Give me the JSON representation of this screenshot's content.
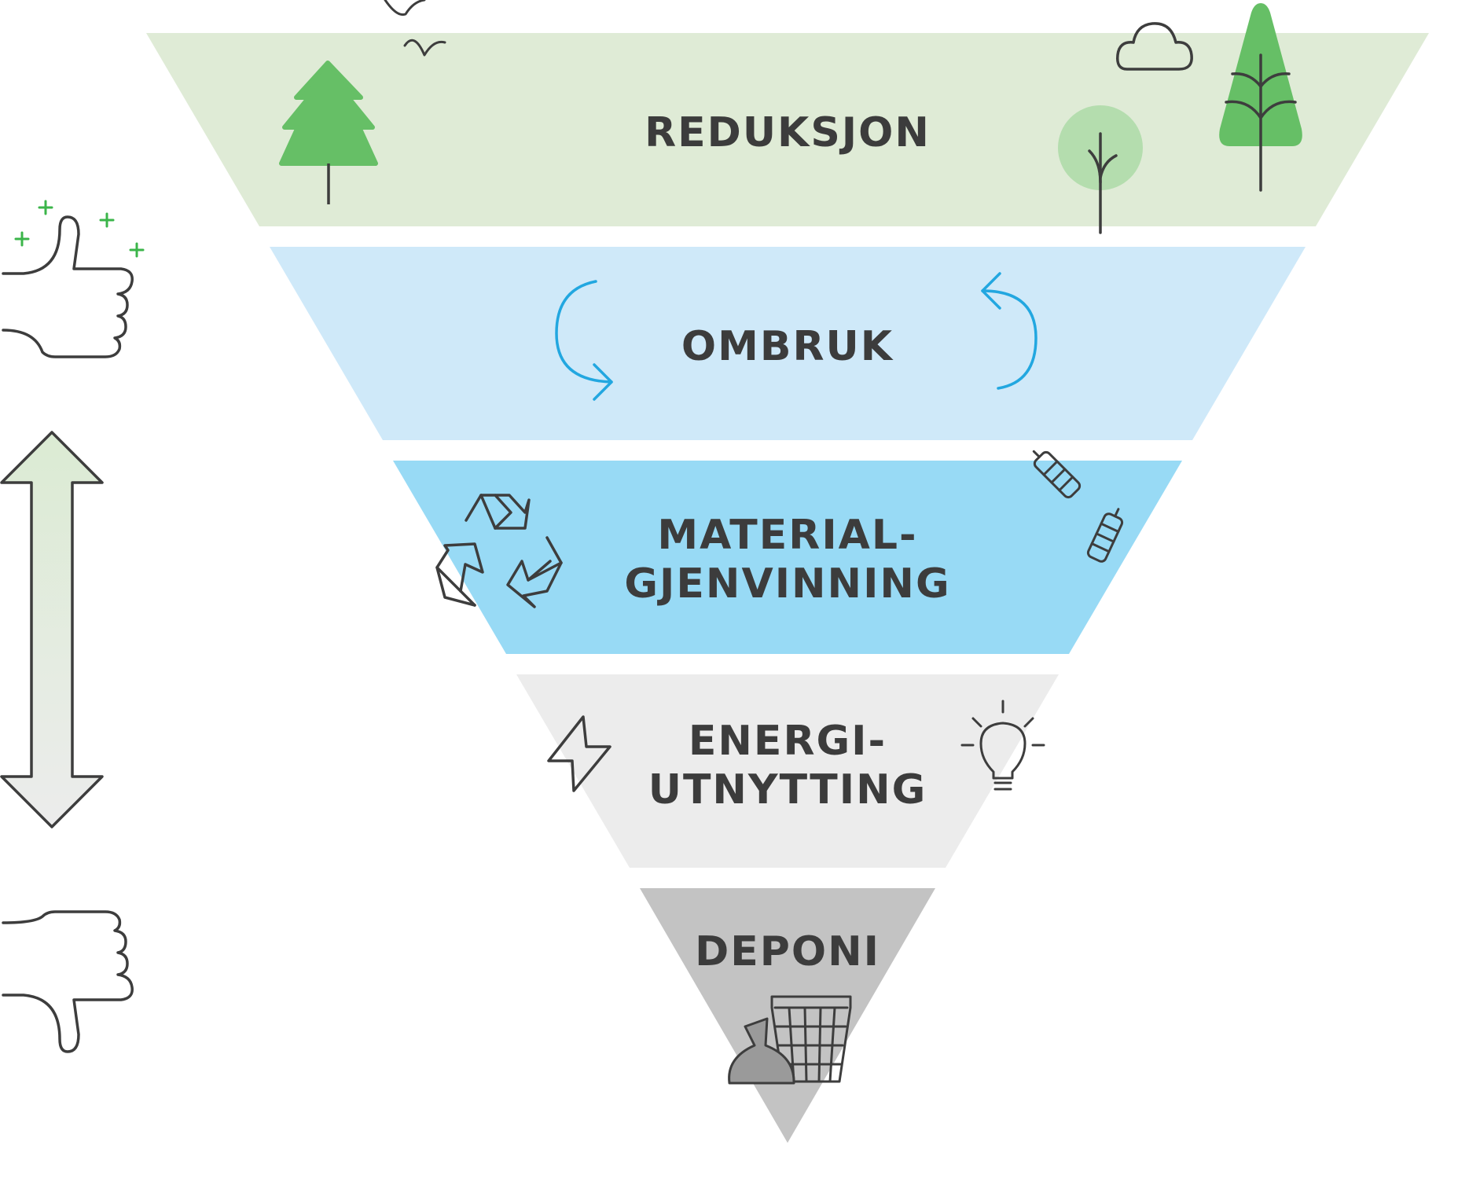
{
  "levels": [
    {
      "id": "reduksjon",
      "lines": [
        "REDUKSJON"
      ],
      "color": "#dfebd6"
    },
    {
      "id": "ombruk",
      "lines": [
        "OMBRUK"
      ],
      "color": "#cfe9f9"
    },
    {
      "id": "materialgjenvinning",
      "lines": [
        "MATERIAL-",
        "GJENVINNING"
      ],
      "color": "#98daf5"
    },
    {
      "id": "energiutnytting",
      "lines": [
        "ENERGI-",
        "UTNYTTING"
      ],
      "color": "#ececec"
    },
    {
      "id": "deponi",
      "lines": [
        "DEPONI"
      ],
      "color": "#c3c3c3"
    }
  ],
  "colors": {
    "text": "#3c3c3c",
    "icon_stroke": "#3d3d3d",
    "tree_green": "#66bf66",
    "round_tree_green": "#b4ddae",
    "reuse_arrow_blue": "#22a7e0",
    "plus_green": "#3bb54a",
    "trash_bag_gray": "#9a9a9a",
    "arrow_gradient_top": "#dbebd3",
    "arrow_gradient_bottom": "#ececec"
  },
  "icons": {
    "thumbs_up": "thumbs-up-icon",
    "thumbs_down": "thumbs-down-icon",
    "double_arrow": "double-arrow-icon",
    "birds": "birds-icon",
    "cloud": "cloud-icon",
    "pine_tree": "pine-tree-icon",
    "round_tree": "round-tree-icon",
    "tall_tree": "tall-tree-icon",
    "reuse_arrows": "reuse-arrows-icon",
    "recycle": "recycle-icon",
    "bottles": "bottles-icon",
    "lightning": "lightning-icon",
    "lightbulb": "lightbulb-icon",
    "trash_can": "trash-can-icon",
    "trash_bag": "trash-bag-icon"
  }
}
